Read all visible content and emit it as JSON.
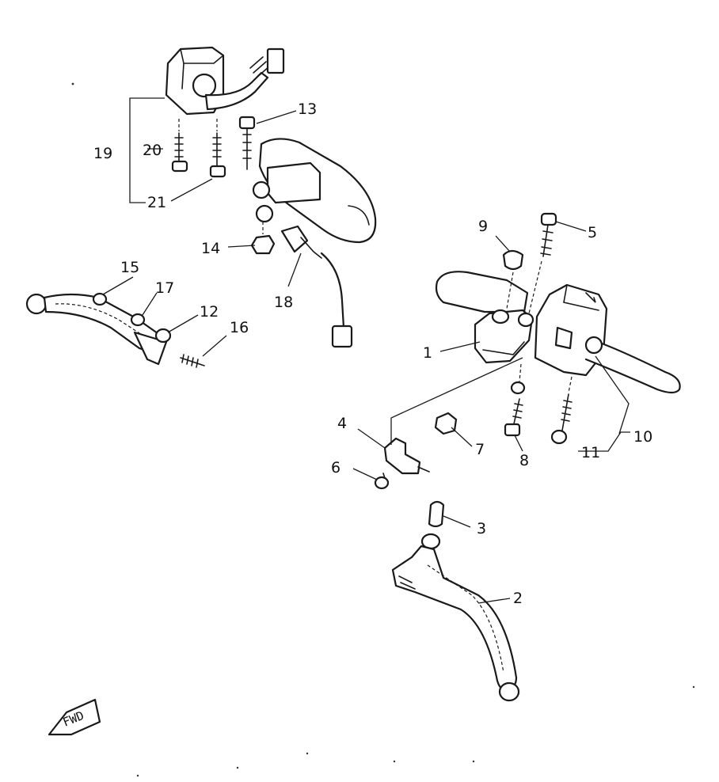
{
  "diagram": {
    "callouts": {
      "c1": "1",
      "c2": "2",
      "c3": "3",
      "c4": "4",
      "c5": "5",
      "c6": "6",
      "c7": "7",
      "c8": "8",
      "c9": "9",
      "c10": "10",
      "c11": "11",
      "c12": "12",
      "c13": "13",
      "c14": "14",
      "c15": "15",
      "c16": "16",
      "c17": "17",
      "c18": "18",
      "c19": "19",
      "c20": "20",
      "c21": "21"
    },
    "direction_marker": "FWD"
  }
}
